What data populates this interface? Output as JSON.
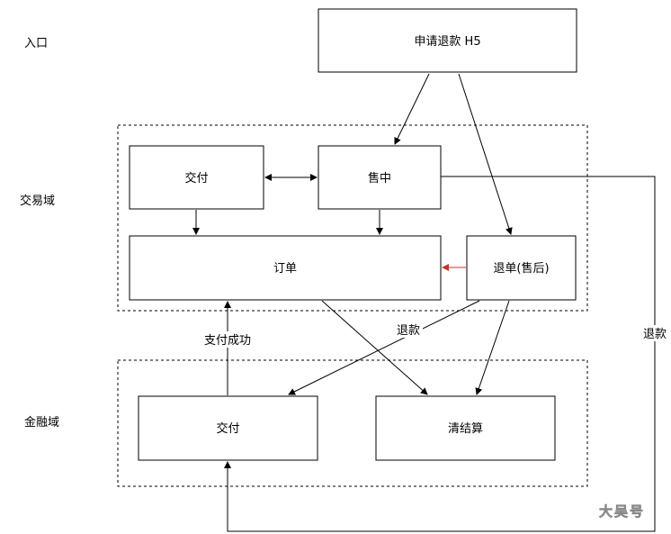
{
  "zones": {
    "entry": "入口",
    "trade": "交易域",
    "finance": "金融域"
  },
  "nodes": {
    "refund_h5": "申请退款 H5",
    "pay_trade": "交付",
    "sale_mid": "售中",
    "order": "订单",
    "refund_order": "退单(售后)",
    "pay_finance": "交付",
    "settlement": "清结算"
  },
  "edge_labels": {
    "pay_success": "支付成功",
    "refund_left": "退款",
    "refund_right": "退款"
  },
  "watermark": "大吴号",
  "colors": {
    "line": "#000000",
    "highlight_arrow": "#c0392b",
    "background": "#ffffff"
  }
}
